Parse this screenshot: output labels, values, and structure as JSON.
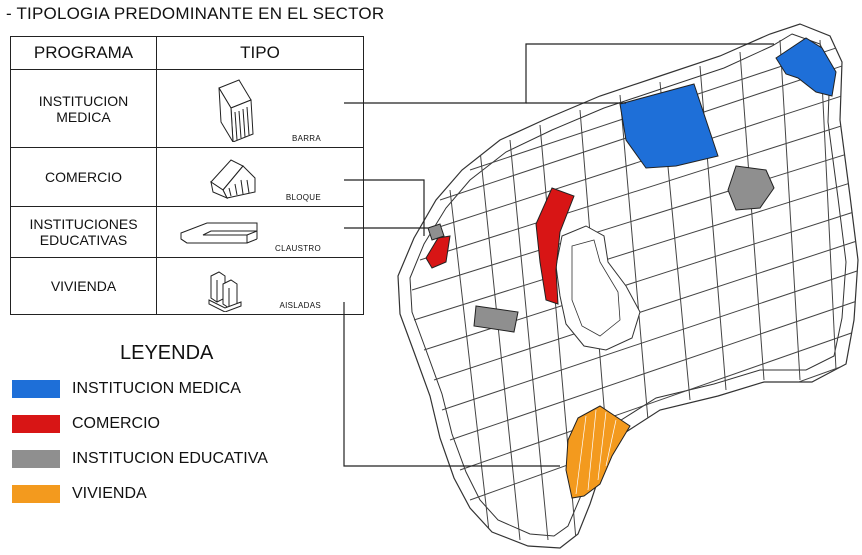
{
  "header": {
    "title": "- TIPOLOGIA PREDOMINANTE EN EL SECTOR"
  },
  "table": {
    "col_programa": "PROGRAMA",
    "col_tipo": "TIPO",
    "rows": [
      {
        "programa_line1": "INSTITUCION",
        "programa_line2": "MEDICA",
        "tipo": "BARRA",
        "icon": "barra-building-icon"
      },
      {
        "programa_line1": "COMERCIO",
        "programa_line2": "",
        "tipo": "BLOQUE",
        "icon": "bloque-building-icon"
      },
      {
        "programa_line1": "INSTITUCIONES",
        "programa_line2": "EDUCATIVAS",
        "tipo": "CLAUSTRO",
        "icon": "claustro-building-icon"
      },
      {
        "programa_line1": "VIVIENDA",
        "programa_line2": "",
        "tipo": "AISLADAS",
        "icon": "aisladas-building-icon"
      }
    ]
  },
  "legend": {
    "title": "LEYENDA",
    "items": [
      {
        "label": "INSTITUCION MEDICA",
        "color": "#1e6fd8"
      },
      {
        "label": "COMERCIO",
        "color": "#d81515"
      },
      {
        "label": "INSTITUCION EDUCATIVA",
        "color": "#8f8f8f"
      },
      {
        "label": "VIVIENDA",
        "color": "#f39a1e"
      }
    ]
  },
  "map": {
    "colors": {
      "medica": "#1e6fd8",
      "comercio": "#d81515",
      "educativa": "#8f8f8f",
      "vivienda": "#f39a1e",
      "block_line": "#333333"
    }
  }
}
